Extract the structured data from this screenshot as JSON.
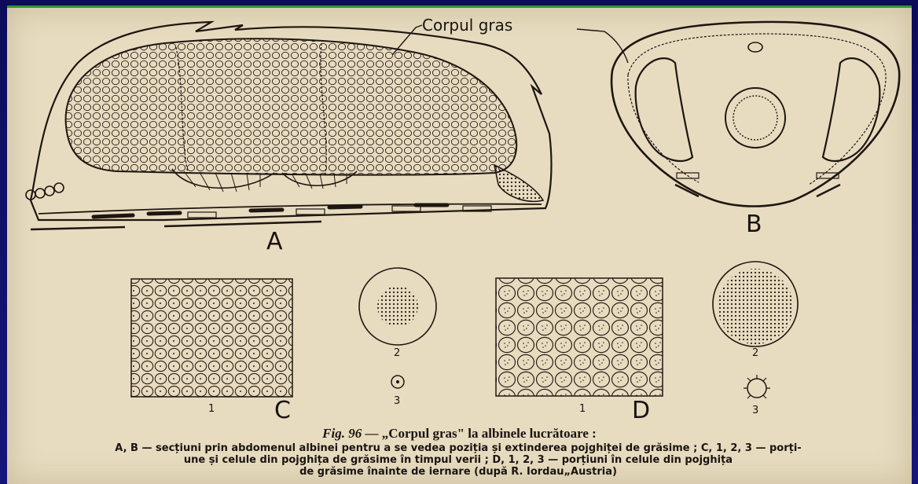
{
  "callout_label": "Corpul gras",
  "panel_labels": {
    "A": "A",
    "B": "B",
    "C": "C",
    "D": "D"
  },
  "sub_labels": {
    "c1": "1",
    "c2": "2",
    "c3": "3",
    "d1": "1",
    "d2": "2",
    "d3": "3"
  },
  "caption": {
    "fig_number": "Fig. 96",
    "title": "— „Corpul gras\" la albinele lucrătoare :",
    "line1": "A, B — secțiuni prin abdomenul albinei pentru a se vedea poziția și extinderea pojghiței de grăsime ; C, 1, 2, 3 — porți-",
    "line2": "une și celule din pojghița de grăsime în timpul verii ; D, 1, 2, 3 — porțiuni în celule din pojghița",
    "line3": "de grăsime înainte de iernare (după R. Iordau„Austria)"
  },
  "colors": {
    "background": "#10106a",
    "paper": "#e7dcc0",
    "ink": "#1a1410",
    "border_accent": "#2f9a2f"
  }
}
